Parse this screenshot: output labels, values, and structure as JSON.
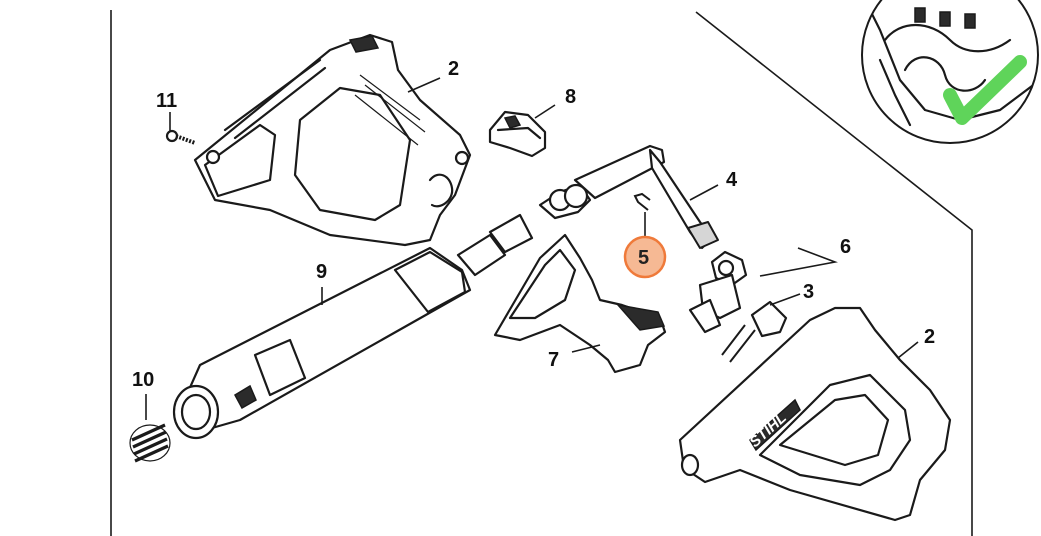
{
  "labels": {
    "p2_top": "2",
    "p2_bottom": "2",
    "p3": "3",
    "p4": "4",
    "p5": "5",
    "p6": "6",
    "p7": "7",
    "p8": "8",
    "p9": "9",
    "p10": "10",
    "p11": "11"
  },
  "brand_mark": "STIHL",
  "colors": {
    "highlight_fill": "#f6b994",
    "highlight_stroke": "#ef7a3a",
    "checkmark": "#5fd45a"
  }
}
